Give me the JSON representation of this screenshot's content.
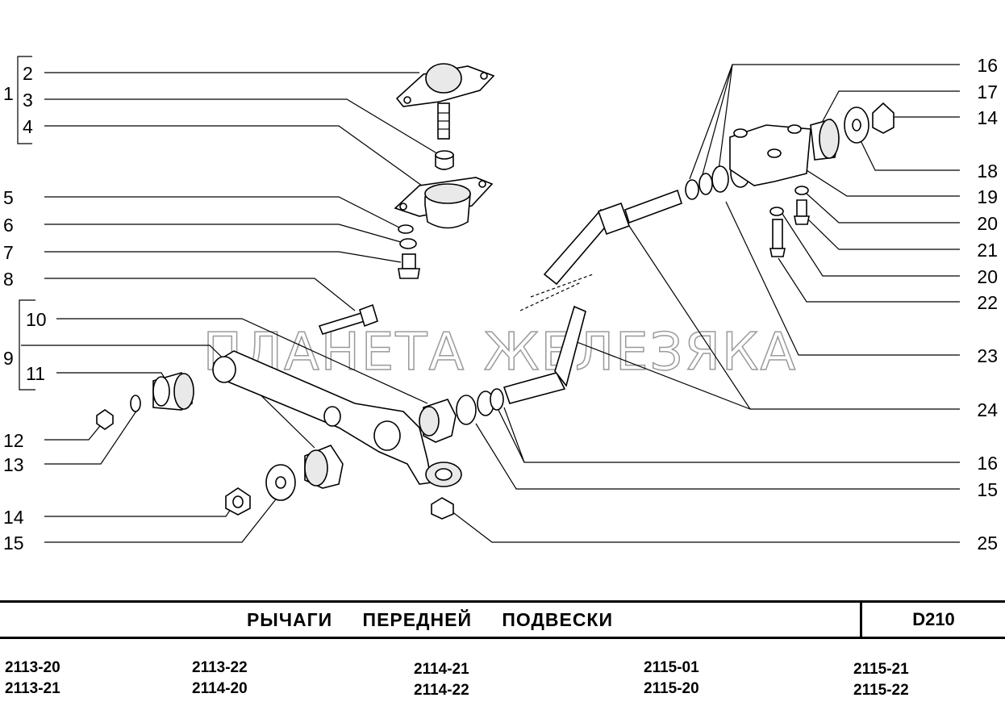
{
  "watermark": "ПЛАНЕТА ЖЕЛЕЗЯКА",
  "callouts": {
    "n1": "1",
    "n2": "2",
    "n3": "3",
    "n4": "4",
    "n5": "5",
    "n6": "6",
    "n7": "7",
    "n8": "8",
    "n9": "9",
    "n10": "10",
    "n11": "11",
    "n12": "12",
    "n13": "13",
    "n14a": "14",
    "n15a": "15",
    "n16a": "16",
    "n17": "17",
    "n14b": "14",
    "n18": "18",
    "n19": "19",
    "n20a": "20",
    "n21": "21",
    "n20b": "20",
    "n22": "22",
    "n23": "23",
    "n24": "24",
    "n16b": "16",
    "n15b": "15",
    "n25": "25"
  },
  "title": "РЫЧАГИ ПЕРЕДНЕЙ ПОДВЕСКИ",
  "code": "D210",
  "models": [
    [
      "2113-20",
      "2113-21"
    ],
    [
      "2113-22",
      "2114-20"
    ],
    [
      "2114-21",
      "2114-22"
    ],
    [
      "2115-01",
      "2115-20"
    ],
    [
      "2115-21",
      "2115-22"
    ]
  ]
}
